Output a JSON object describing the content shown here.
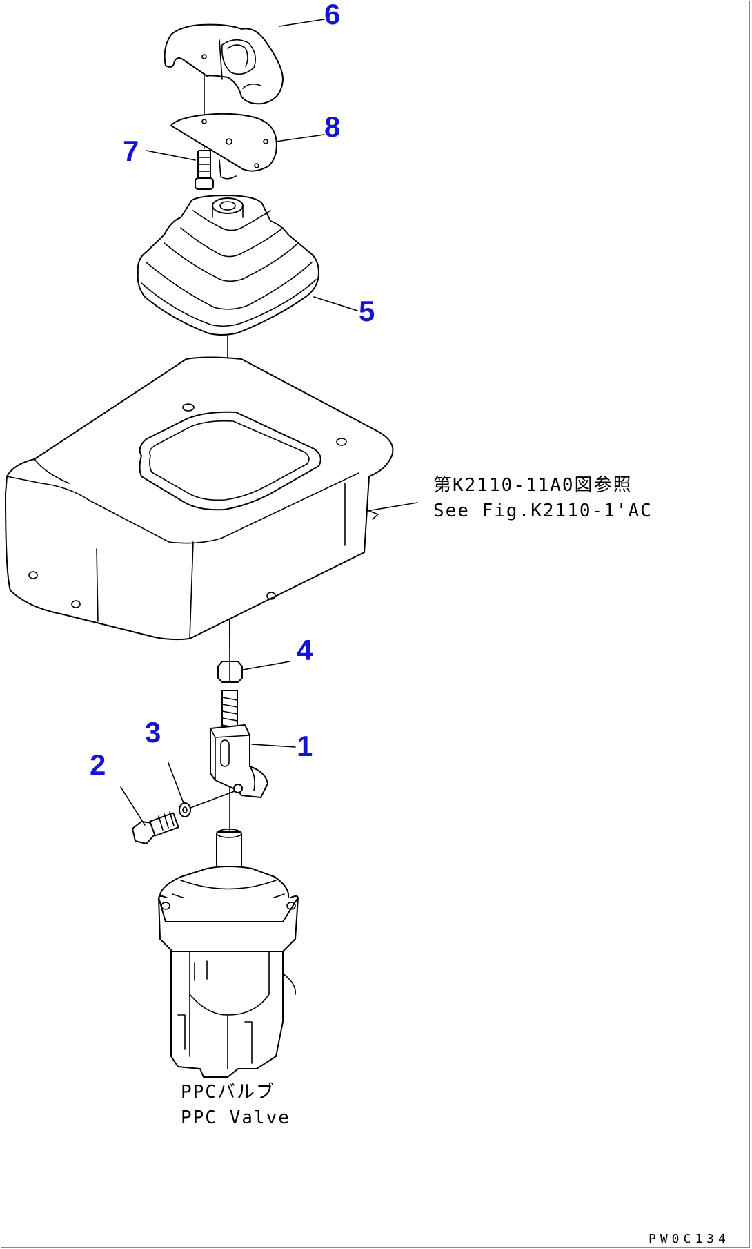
{
  "colors": {
    "callout": "#1414d2",
    "line": "#000000",
    "frame": "#8a8a8a"
  },
  "callouts": [
    {
      "id": "part-1",
      "text": "1"
    },
    {
      "id": "part-2",
      "text": "2"
    },
    {
      "id": "part-3",
      "text": "3"
    },
    {
      "id": "part-4",
      "text": "4"
    },
    {
      "id": "part-5",
      "text": "5"
    },
    {
      "id": "part-6",
      "text": "6"
    },
    {
      "id": "part-7",
      "text": "7"
    },
    {
      "id": "part-8",
      "text": "8"
    }
  ],
  "reference_note": {
    "jp": "第K2110-11A0図参照",
    "en": "See Fig.K2110-1'AC"
  },
  "valve_label": {
    "jp": "PPCバルブ",
    "en": "PPC Valve"
  },
  "drawing_code": "PW0C134"
}
